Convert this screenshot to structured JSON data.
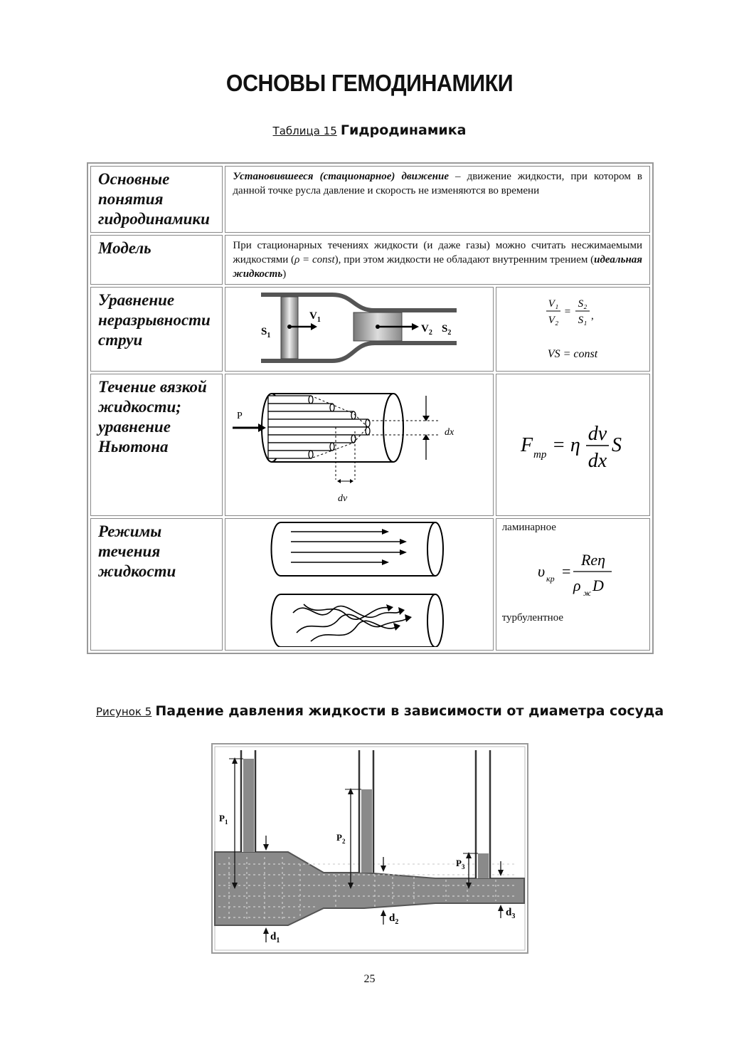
{
  "page_title": "ОСНОВЫ ГЕМОДИНАМИКИ",
  "table_caption": {
    "num": "Таблица 15",
    "title": "Гидродинамика"
  },
  "rows": {
    "r1": {
      "label": "Основные понятия гидродинамики",
      "term": "Установившееся (стационарное) движение",
      "text": " – движение жидкости, при котором в данной точке русла давление и скорость не изменяются во времени"
    },
    "r2": {
      "label": "Модель",
      "text_a": "При стационарных течениях жидкости (и даже газы) можно считать несжимаемыми жидкостями (",
      "rho": "ρ = const",
      "text_b": "), при этом жидкости не обладают внутренним трением (",
      "term": "идеальная жидкость",
      "text_c": ")"
    },
    "r3": {
      "label": "Уравнение неразрывности струи",
      "fig": {
        "s1": "S",
        "s1_sub": "1",
        "v1": "V",
        "v1_sub": "1",
        "v2": "V",
        "v2_sub": "2",
        "s2": "S",
        "s2_sub": "2"
      },
      "formula1_lhs_num": "V₁",
      "formula1_lhs_den": "V₂",
      "formula1_rhs_num": "S₂",
      "formula1_rhs_den": "S₁",
      "formula2": "VS = const"
    },
    "r4": {
      "label": "Течение вязкой жидкости; уравнение Ньютона",
      "fig": {
        "p": "P",
        "dx": "dx",
        "dv": "dv"
      },
      "formula": {
        "F": "F",
        "sub": "тр",
        "eq": "= η",
        "num": "dv",
        "den": "dx",
        "S": "S"
      }
    },
    "r5": {
      "label": "Режимы течения жидкости",
      "laminar": "ламинарное",
      "turbulent": "турбулентное",
      "formula": {
        "u": "υ",
        "sub": "кр",
        "eq": "=",
        "num": "Reη",
        "den_rho": "ρ",
        "den_sub": "ж",
        "den_D": "D"
      }
    }
  },
  "figure_caption": {
    "num": "Рисунок 5",
    "title": "Падение давления жидкости в зависимости от диаметра сосуда"
  },
  "figure5": {
    "p1": "P",
    "p1_sub": "1",
    "p2": "P",
    "p2_sub": "2",
    "p3": "P",
    "p3_sub": "3",
    "d1": "d",
    "d1_sub": "1",
    "d2": "d",
    "d2_sub": "2",
    "d3": "d",
    "d3_sub": "3"
  },
  "page_number": "25"
}
